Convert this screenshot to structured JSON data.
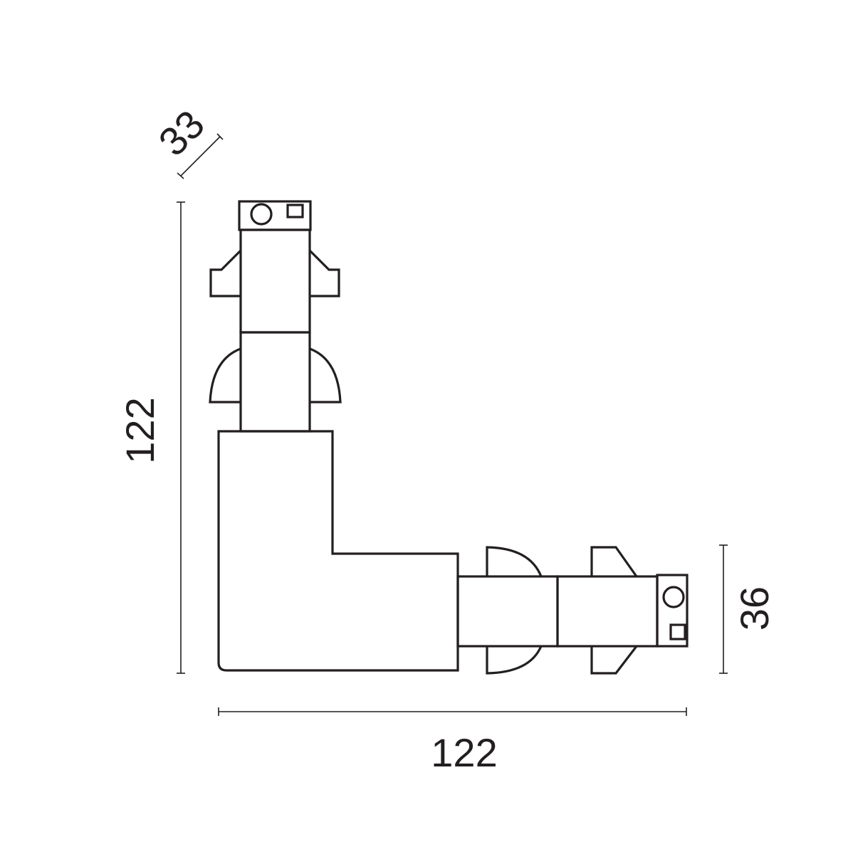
{
  "dimensions": {
    "depth": "33",
    "height": "122",
    "width": "122",
    "profile_height": "36"
  },
  "colors": {
    "line": "#231f20",
    "background": "#ffffff"
  }
}
